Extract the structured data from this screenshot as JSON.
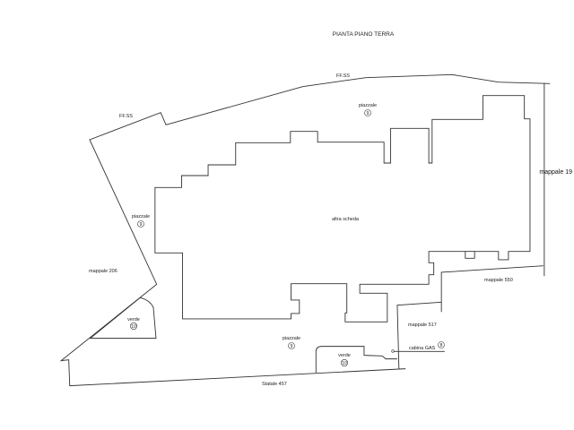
{
  "title": "PIANTA PIANO TERRA",
  "labels": {
    "ffss_top": "FF.SS",
    "ffss_left": "FF.SS",
    "piazzale_top": "piazzale",
    "piazzale_left": "piazzale",
    "piazzale_bottom": "piazzale",
    "building": "altra scheda",
    "mappale_19": "mappale 19",
    "mappale_206": "mappale 206",
    "mappale_550": "mappale 550",
    "mappale_517": "mappale 517",
    "verde_left": "verde",
    "verde_bottom": "verde",
    "cabina_gas": "cabina GAS",
    "statale": "Statale 457"
  },
  "markers": {
    "piazzale_top": "9",
    "piazzale_left": "9",
    "piazzale_bottom": "9",
    "verde_left": "10",
    "verde_bottom": "10",
    "cabina_gas": "8"
  }
}
